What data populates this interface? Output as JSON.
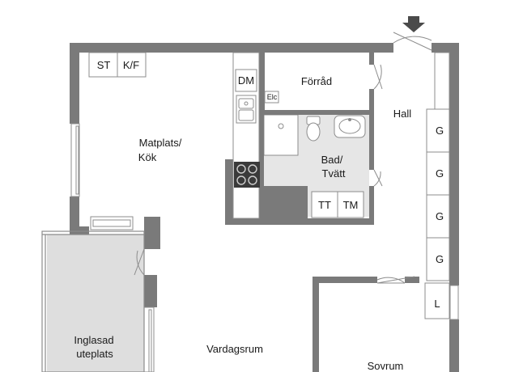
{
  "rooms": {
    "matplats_line1": "Matplats/",
    "matplats_line2": "Kök",
    "forrad": "Förråd",
    "hall": "Hall",
    "bad_line1": "Bad/",
    "bad_line2": "Tvätt",
    "inglasad_line1": "Inglasad",
    "inglasad_line2": "uteplats",
    "vardagsrum": "Vardagsrum",
    "sovrum": "Sovrum"
  },
  "fixtures": {
    "st": "ST",
    "kf": "K/F",
    "dm": "DM",
    "elc": "Elc",
    "tt": "TT",
    "tm": "TM",
    "wardrobe": [
      "G",
      "G",
      "G",
      "G"
    ],
    "linen": "L"
  },
  "icons": {
    "entrance": "down-arrow-icon"
  },
  "colors": {
    "wall": "#7a7a7a",
    "shade": "#c8c8c8",
    "terrace": "#dedede",
    "bath_floor": "#e6e6e6",
    "line": "#8c8c8c"
  }
}
